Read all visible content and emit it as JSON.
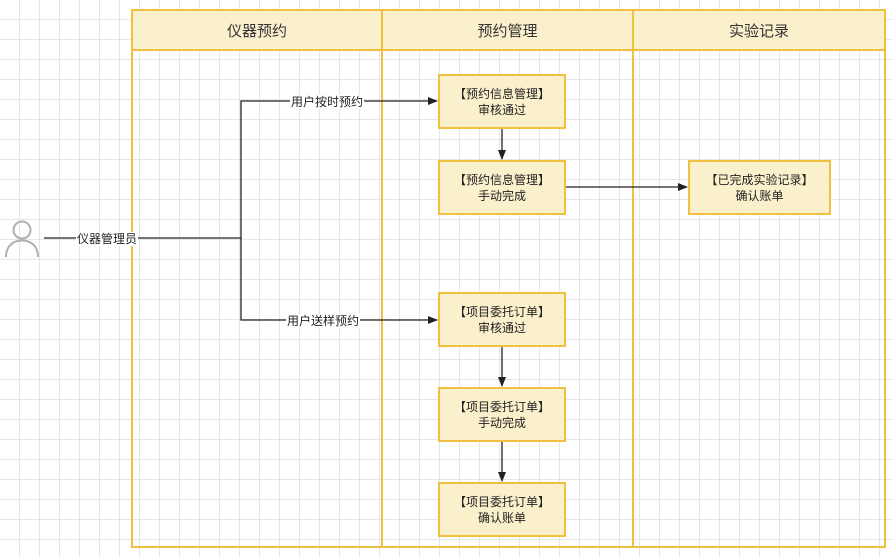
{
  "lanes": [
    {
      "title": "仪器预约"
    },
    {
      "title": "预约管理"
    },
    {
      "title": "实验记录"
    }
  ],
  "actor": {
    "label": "仪器管理员",
    "icon": "user-icon"
  },
  "edge_labels": {
    "timed": "用户按时预约",
    "sample": "用户送样预约"
  },
  "nodes": {
    "n1": {
      "line1": "【预约信息管理】",
      "line2": "审核通过"
    },
    "n2": {
      "line1": "【预约信息管理】",
      "line2": "手动完成"
    },
    "n3": {
      "line1": "【已完成实验记录】",
      "line2": "确认账单"
    },
    "n4": {
      "line1": "【项目委托订单】",
      "line2": "审核通过"
    },
    "n5": {
      "line1": "【项目委托订单】",
      "line2": "手动完成"
    },
    "n6": {
      "line1": "【项目委托订单】",
      "line2": "确认账单"
    }
  },
  "colors": {
    "lane_border": "#f0c040",
    "lane_fill": "#fbf0cc",
    "edge": "#222222",
    "actor": "#b0b0b0"
  }
}
